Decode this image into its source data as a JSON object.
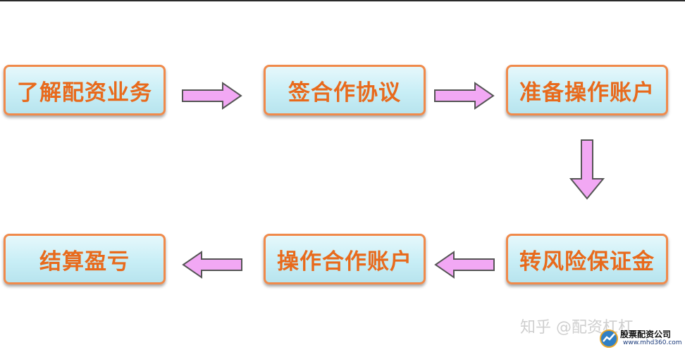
{
  "colors": {
    "box_border": "#f08a4b",
    "box_text": "#e86a1c",
    "box_fill": "#c8eef6",
    "arrow_fill": "#f2a8f4",
    "arrow_stroke": "#555555"
  },
  "steps": [
    {
      "label": "了解配资业务"
    },
    {
      "label": "签合作协议"
    },
    {
      "label": "准备操作账户"
    },
    {
      "label": "转风险保证金"
    },
    {
      "label": "操作合作账户"
    },
    {
      "label": "结算盈亏"
    }
  ],
  "arrows": [
    {
      "direction": "right"
    },
    {
      "direction": "right"
    },
    {
      "direction": "down"
    },
    {
      "direction": "left"
    },
    {
      "direction": "left"
    }
  ],
  "watermark": {
    "text": "知乎 @配资杠杠"
  },
  "logo": {
    "title": "股票配资公司",
    "url": "www.mhd360.com",
    "icon": "logo-icon"
  }
}
